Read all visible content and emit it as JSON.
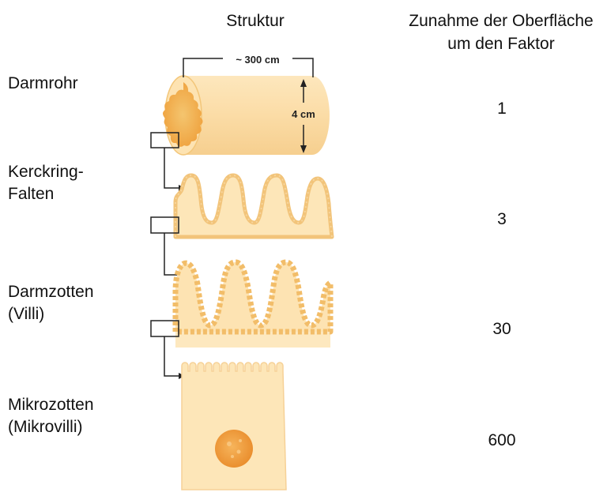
{
  "headers": {
    "structure": "Struktur",
    "increase_line1": "Zunahme der Oberfläche",
    "increase_line2": "um den Faktor"
  },
  "dimensions": {
    "length": "~ 300 cm",
    "diameter": "4 cm"
  },
  "rows": [
    {
      "label_line1": "Darmrohr",
      "label_line2": "",
      "factor": "1"
    },
    {
      "label_line1": "Kerckring-",
      "label_line2": "Falten",
      "factor": "3"
    },
    {
      "label_line1": "Darmzotten",
      "label_line2": "(Villi)",
      "factor": "30"
    },
    {
      "label_line1": "Mikrozotten",
      "label_line2": "(Mikrovilli)",
      "factor": "600"
    }
  ],
  "colors": {
    "tissue_light": "#fde3b2",
    "tissue_edge": "#f3c679",
    "tissue_dark": "#f1a94a",
    "nucleus": "#ef9a3c",
    "line": "#222222"
  }
}
